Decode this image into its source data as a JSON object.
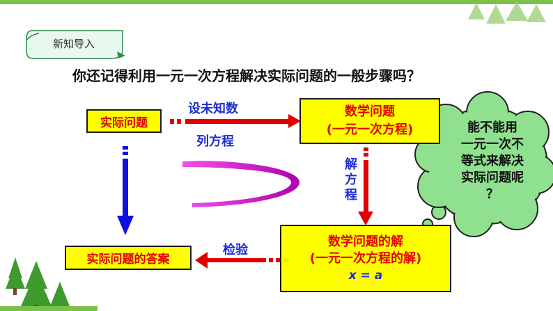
{
  "tag": {
    "label": "新知导入"
  },
  "question": "你还记得利用一元一次方程解决实际问题的一般步骤吗？",
  "boxes": {
    "real_problem": "实际问题",
    "math_problem_line1": "数学问题",
    "math_problem_line2": "(一元一次方程)",
    "math_solution_line1": "数学问题的解",
    "math_solution_line2": "(一元一次方程的解)",
    "math_solution_line3": "x = a",
    "answer": "实际问题的答案"
  },
  "arrow_labels": {
    "set_unknown": "设未知数",
    "list_equation": "列方程",
    "solve_1": "解",
    "solve_2": "方",
    "solve_3": "程",
    "check": "检验"
  },
  "cloud": {
    "line1": "能不能用",
    "line2": "一元一次不",
    "line3": "等式来解决",
    "line4": "实际问题呢",
    "line5": "？"
  },
  "colors": {
    "box_fill": "#ffff00",
    "box_text": "#e00000",
    "label_text": "#1e2fd0",
    "red_arrow": "#e00000",
    "blue_arrow": "#1010e0",
    "magenta_arc": "#d01ad0",
    "cloud_fill": "#8fe08f",
    "tree_green": "#3f9a2e"
  }
}
